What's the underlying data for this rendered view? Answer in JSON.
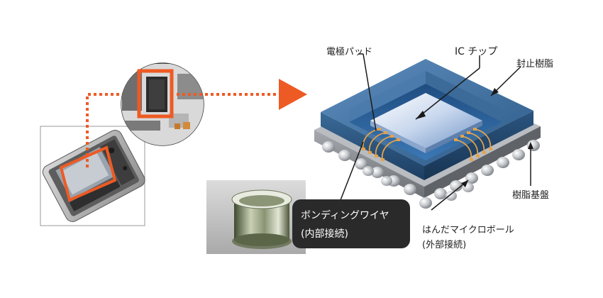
{
  "labels": {
    "electrode_pad": "電極パッド",
    "ic_chip": "IC チップ",
    "sealing_resin": "封止樹脂",
    "resin_substrate": "樹脂基盤",
    "solder_balls_line1": "はんだマイクロボール",
    "solder_balls_line2": "(外部接続)",
    "bonding_wire_line1": "ボンディングワイヤ",
    "bonding_wire_line2": "(内部接続)"
  },
  "colors": {
    "accent_orange": "#ee5a24",
    "resin_blue": "#2f5d8c",
    "substrate_gray": "#8b8f94",
    "wire_gold": "#e3a24a",
    "callout_bg": "#2a2a2a"
  }
}
